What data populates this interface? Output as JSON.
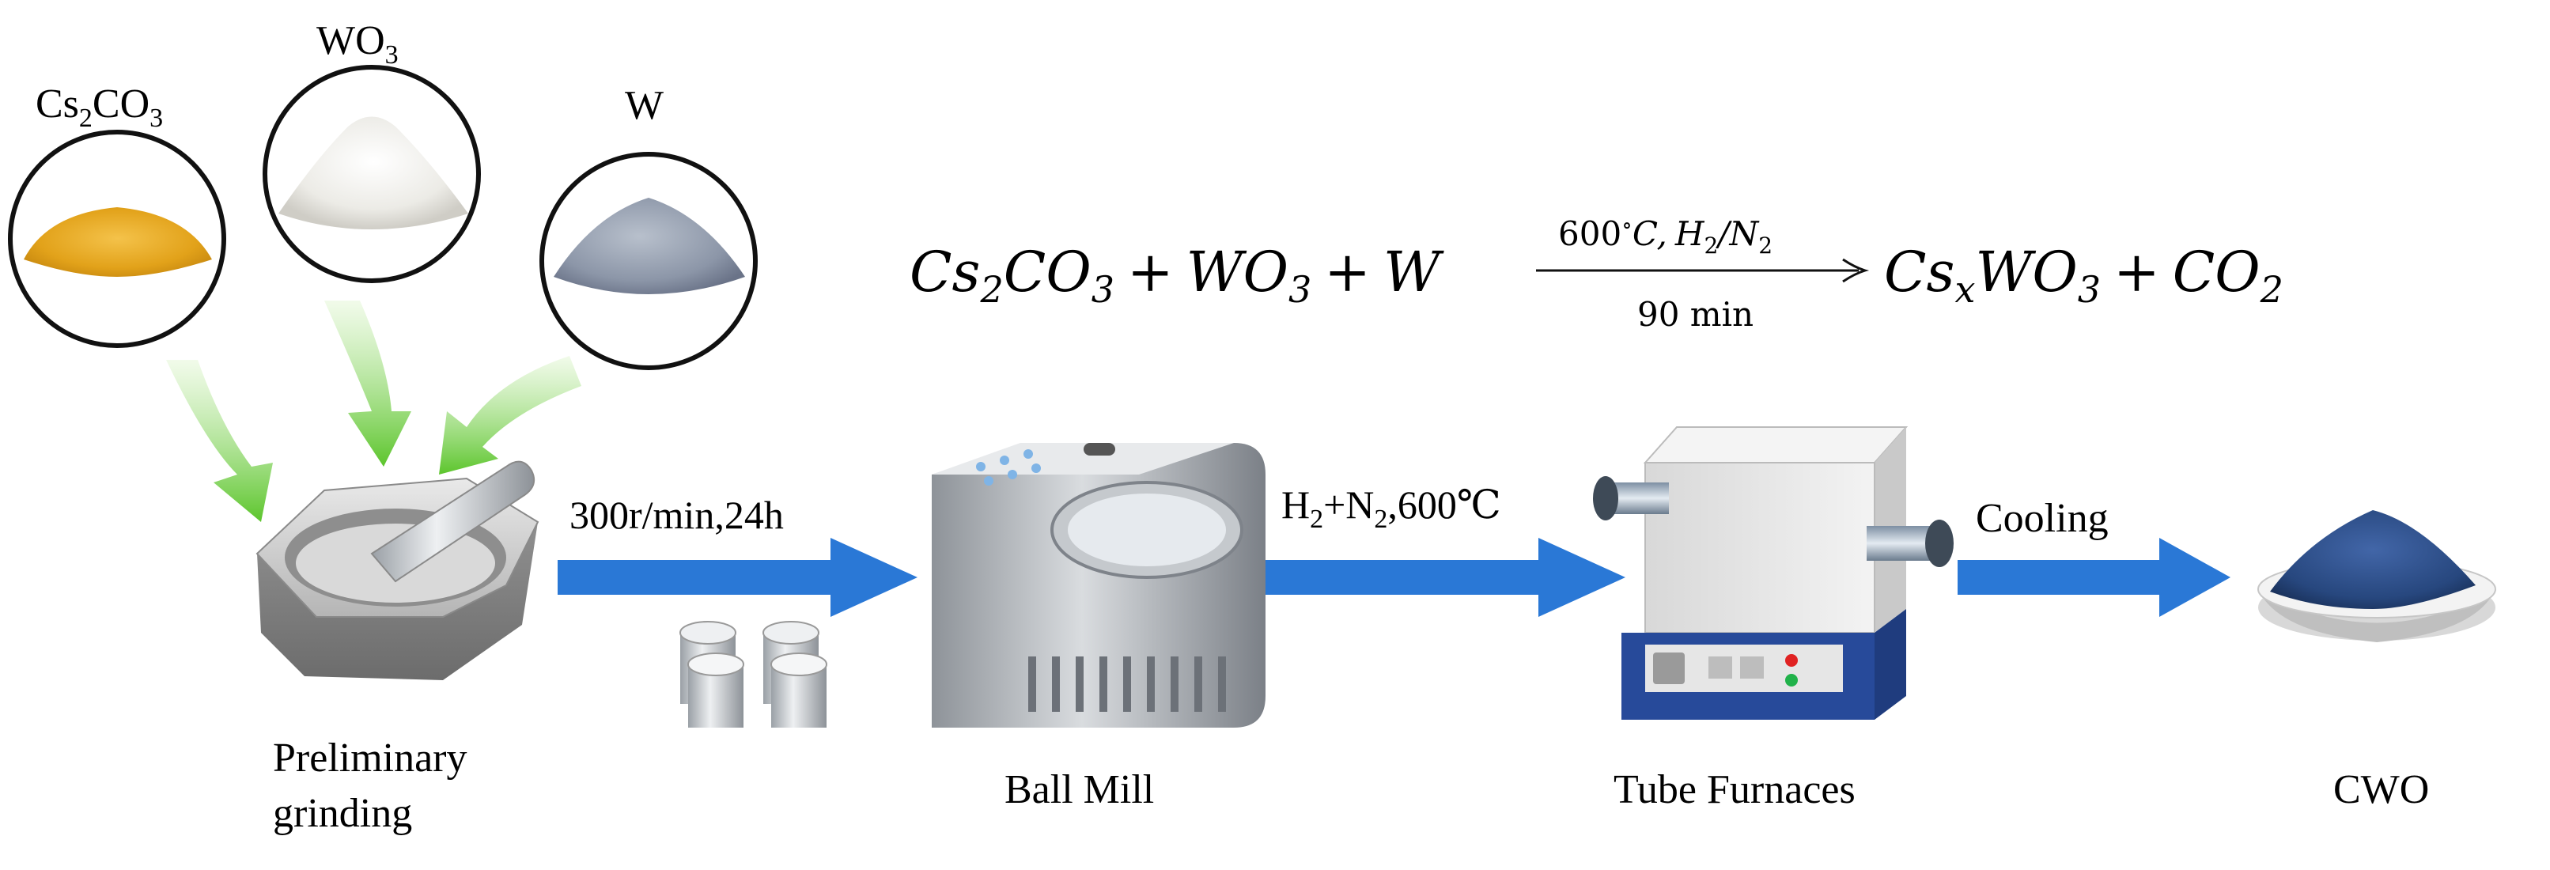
{
  "reactants": {
    "cs2co3": {
      "base": "Cs",
      "sub1": "2",
      "mid": "CO",
      "sub2": "3"
    },
    "wo3": {
      "base": "WO",
      "sub": "3"
    },
    "w": {
      "base": "W"
    }
  },
  "equation": {
    "lhs_a_base": "Cs",
    "lhs_a_sub": "2",
    "lhs_a_mid": "CO",
    "lhs_a_sub2": "3",
    "plus1": "+",
    "lhs_b_base": "WO",
    "lhs_b_sub": "3",
    "plus2": "+",
    "lhs_c": "W",
    "cond_top_temp": "600",
    "cond_top_deg": "∘",
    "cond_top_unit": "C,",
    "cond_top_h": "H",
    "cond_top_h_sub": "2",
    "cond_top_slash": "/N",
    "cond_top_n_sub": "2",
    "cond_bottom": "90 min",
    "rhs_a_base": "Cs",
    "rhs_a_sub": "x",
    "rhs_a_mid": "WO",
    "rhs_a_sub2": "3",
    "plus3": "+",
    "rhs_b_base": "CO",
    "rhs_b_sub": "2"
  },
  "steps": {
    "grinding_label_line1": "Preliminary",
    "grinding_label_line2": "grinding",
    "ballmill_label": "Ball Mill",
    "furnace_label": "Tube Furnaces",
    "product_label": "CWO"
  },
  "arrows": {
    "mill_condition": "300r/min,24h",
    "furnace_condition_h": "H",
    "furnace_condition_h_sub": "2",
    "furnace_condition_plus": "+N",
    "furnace_condition_n_sub": "2",
    "furnace_condition_rest": ",600℃",
    "cooling": "Cooling"
  },
  "colors": {
    "arrow_blue": "#2a78d6",
    "green_arrow": "#7cd24a",
    "cs2co3_powder": "#e2a21a",
    "wo3_powder": "#ecebe6",
    "w_powder": "#8c96a8",
    "product_powder": "#27477e",
    "furnace_base": "#274a9a"
  }
}
